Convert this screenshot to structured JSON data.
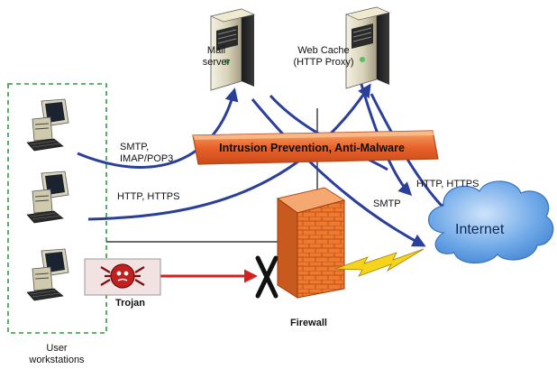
{
  "nodes": {
    "mail_server": "Mail\nserver",
    "web_cache": "Web Cache\n(HTTP Proxy)",
    "ips": "Intrusion Prevention, Anti-Malware",
    "internet": "Internet",
    "firewall": "Firewall",
    "trojan": "Trojan",
    "user_workstations": "User\nworkstations"
  },
  "links": {
    "smtp_imap": "SMTP,\nIMAP/POP3",
    "http_https_ws": "HTTP, HTTPS",
    "smtp_internet": "SMTP",
    "http_https_internet": "HTTP, HTTPS"
  },
  "colors": {
    "arrow_blue": "#2a3f9a",
    "ips_orange": "#e8622a",
    "firewall_orange": "#e8722c",
    "cloud_blue": "#5a9be0",
    "trojan_red": "#d42020",
    "workstation_border": "#2e9a3a"
  }
}
